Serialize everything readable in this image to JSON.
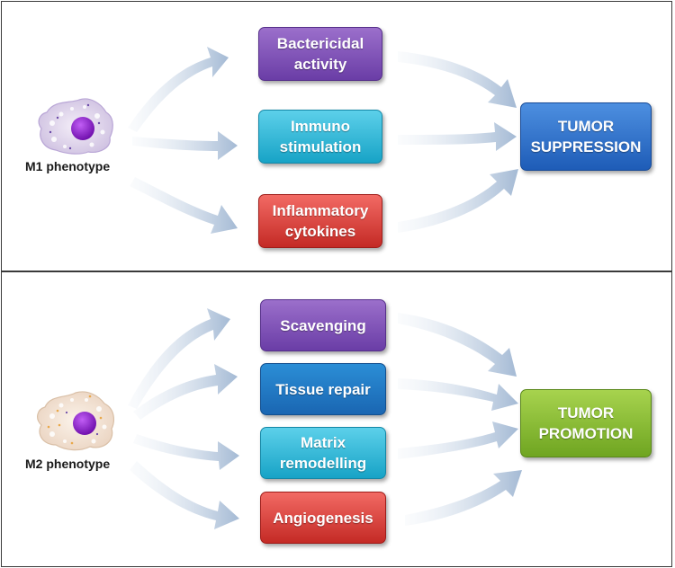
{
  "m1": {
    "phenotype_label": "M1 phenotype",
    "effects": [
      {
        "label": "Bactericidal\nactivity",
        "color": "purple"
      },
      {
        "label": "Immuno\nstimulation",
        "color": "cyan"
      },
      {
        "label": "Inflammatory\ncytokines",
        "color": "red"
      }
    ],
    "outcome": "TUMOR\nSUPPRESSION"
  },
  "m2": {
    "phenotype_label": "M2 phenotype",
    "effects": [
      {
        "label": "Scavenging",
        "color": "purple"
      },
      {
        "label": "Tissue repair",
        "color": "blue"
      },
      {
        "label": "Matrix\nremodelling",
        "color": "cyan"
      },
      {
        "label": "Angiogenesis",
        "color": "red"
      }
    ],
    "outcome": "TUMOR\nPROMOTION"
  },
  "colors": {
    "purple": "#7a4db8",
    "cyan": "#2bb5d8",
    "red": "#d93a35",
    "blue": "#2b74c9",
    "green": "#8cc13a",
    "arrow": "#b8c8dc"
  }
}
